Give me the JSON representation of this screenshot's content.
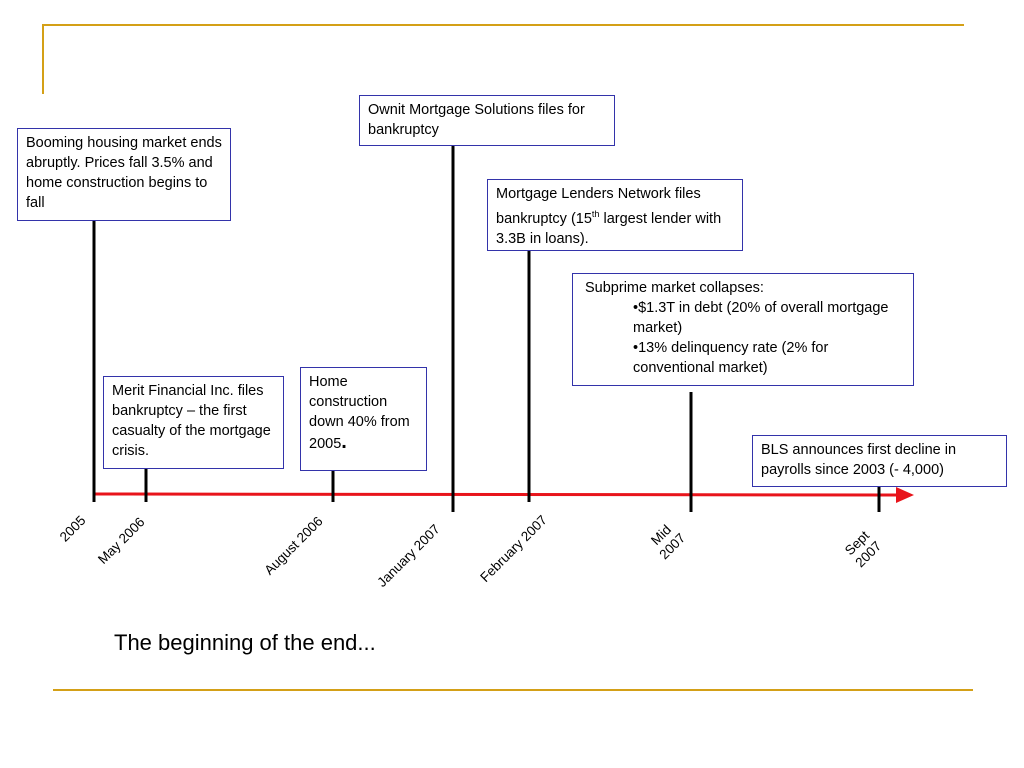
{
  "events": [
    {
      "id": "booming",
      "text": "Booming housing market ends abruptly. Prices fall 3.5% and home construction begins to fall"
    },
    {
      "id": "ownit",
      "text": "Ownit Mortgage Solutions files for bankruptcy"
    },
    {
      "id": "mln",
      "text_before": "Mortgage Lenders Network files bankruptcy (15",
      "sup": "th",
      "text_after": " largest lender with 3.3B in loans)."
    },
    {
      "id": "subprime",
      "title": "Subprime market collapses:",
      "bullets": [
        "•$1.3T in debt (20% of overall mortgage market)",
        "•13% delinquency rate (2% for conventional market)"
      ]
    },
    {
      "id": "merit",
      "text": "Merit Financial Inc. files bankruptcy – the first casualty of the mortgage crisis."
    },
    {
      "id": "home",
      "text": "Home construction down 40% from 2005",
      "period": "."
    },
    {
      "id": "bls",
      "text": "BLS announces first decline in payrolls since 2003 (- 4,000)"
    }
  ],
  "dates": {
    "d2005": "2005",
    "may2006": "May 2006",
    "aug2006": "August 2006",
    "jan2007": "January 2007",
    "feb2007": "February 2007",
    "mid2007_a": "Mid",
    "mid2007_b": "2007",
    "sept2007_a": "Sept",
    "sept2007_b": "2007"
  },
  "caption": "The beginning of the end...",
  "colors": {
    "accent_rule": "#D4A017",
    "timeline_arrow": "#E8141B",
    "box_border": "#3333aa"
  }
}
